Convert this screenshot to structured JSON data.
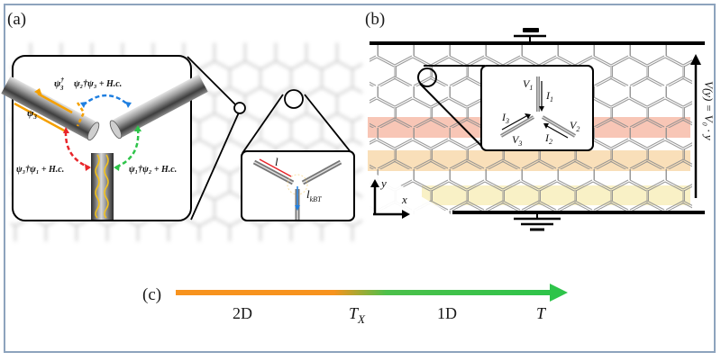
{
  "panels": {
    "a": {
      "label": "(a)",
      "terms": {
        "psi3_dag": "ψ",
        "psi3_dag_sup": "†",
        "psi3_dag_sub": "3",
        "psi3": "ψ",
        "psi3_sub": "3",
        "top_term": "ψ₂†ψ₃ + H.c.",
        "left_term": "ψ₃†ψ₁ + H.c.",
        "right_term": "ψ₁†ψ₂ + H.c."
      },
      "inset_labels": {
        "length": "l",
        "thermal_length": "l",
        "thermal_length_sub": "kBT"
      },
      "colors": {
        "orange": "#f5a000",
        "blue": "#1f7fe0",
        "red": "#e8252a",
        "green": "#2ec44a",
        "wavy": "#f3c21a"
      }
    },
    "b": {
      "label": "(b)",
      "junction_labels": {
        "V1": "V",
        "V1_sub": "1",
        "I1": "I",
        "I1_sub": "1",
        "V2": "V",
        "V2_sub": "2",
        "I2": "I",
        "I2_sub": "2",
        "V3": "V",
        "V3_sub": "3",
        "I3": "I",
        "I3_sub": "3"
      },
      "axis_x": "x",
      "axis_y": "y",
      "potential_label": "V(y) = V₀ · y",
      "stripe_colors": [
        "#f6b8a4",
        "#f8d7a8",
        "#f7edb8"
      ]
    },
    "c": {
      "label": "(c)",
      "regimes": [
        {
          "text": "2D"
        },
        {
          "text": "1D"
        }
      ],
      "crossover": "T",
      "crossover_sub": "X",
      "axis_end": "T",
      "gradient": {
        "start": "#f7931e",
        "end": "#2ec44a"
      }
    }
  }
}
